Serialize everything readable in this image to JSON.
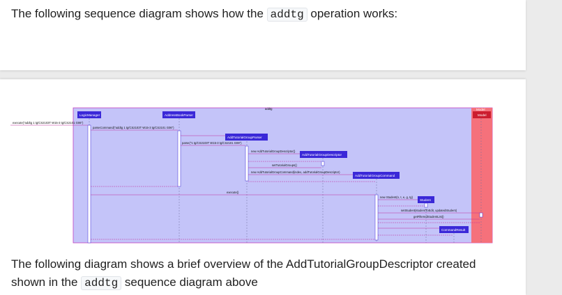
{
  "text": {
    "intro_prefix": "The following sequence diagram shows how the ",
    "intro_code": "addtg",
    "intro_suffix": " operation works:",
    "overview_line1": "The following diagram shows a brief overview of the AddTutorialGroupDescriptor created",
    "overview_line2_prefix": "shown in the ",
    "overview_line2_code": "addtg",
    "overview_line2_suffix": " sequence diagram above"
  },
  "diagram": {
    "frame_label": "addtg",
    "model_label": "Model",
    "model_box": "Model",
    "participants": {
      "logic_manager": "LogicManager",
      "address_book_parser": "AddressBookParser",
      "parser": "AddTutorialGroupParser",
      "descriptor": "AddTutorialGroupDescriptor",
      "command": "AddTutorialGroupCommand",
      "student": "Student",
      "result": "CommandResult"
    },
    "messages": {
      "execute_call": "execute(\"addtg 1 tg/CS2103T W15-3 tg/CS2101 G06\")",
      "parse_command": "parseCommand(\"addtg 1 tg/CS2103T W15-3 tg/CS2101 G06\")",
      "parse": "parse(\"1 tg/CS2103T W15-3 tg/CS2101 G06\")",
      "new_descriptor": "new AddTutorialGroupDescriptor()",
      "set_groups": "setTutorialGroups()",
      "new_command": "new AddTutorialGroupCommand(index, addTutorialGroupDescriptor)",
      "execute": "execute()",
      "new_student": "new Student(n, t, e, g, tg)",
      "set_student": "setStudent(studentToEdit, updatedStudent)",
      "get_filtered": "getFilteredStudentList()"
    }
  }
}
